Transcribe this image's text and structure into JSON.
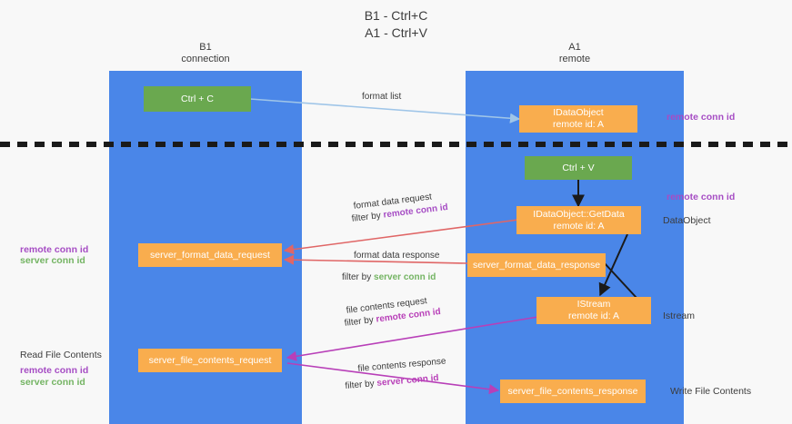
{
  "title": {
    "line1": "B1 - Ctrl+C",
    "line2": "A1 - Ctrl+V"
  },
  "lanes": [
    {
      "id": "b1",
      "name": "B1",
      "role": "connection",
      "color": "#4a86e8"
    },
    {
      "id": "a1",
      "name": "A1",
      "role": "remote",
      "color": "#4a86e8"
    }
  ],
  "nodes": [
    {
      "id": "ctrl-c",
      "label1": "Ctrl + C",
      "label2": "",
      "color": "#6aa84f"
    },
    {
      "id": "idataobject-remote",
      "label1": "IDataObject",
      "label2": "remote id: A",
      "color": "#f9ad4e"
    },
    {
      "id": "ctrl-v",
      "label1": "Ctrl + V",
      "label2": "",
      "color": "#6aa84f"
    },
    {
      "id": "idataobject-getdata",
      "label1": "IDataObject::GetData",
      "label2": "remote id: A",
      "color": "#f9ad4e"
    },
    {
      "id": "server-format-data-request",
      "label1": "server_format_data_request",
      "label2": "",
      "color": "#f9ad4e"
    },
    {
      "id": "server-format-data-response",
      "label1": "server_format_data_response",
      "label2": "",
      "color": "#f9ad4e"
    },
    {
      "id": "istream",
      "label1": "IStream",
      "label2": "remote id: A",
      "color": "#f9ad4e"
    },
    {
      "id": "server-file-contents-request",
      "label1": "server_file_contents_request",
      "label2": "",
      "color": "#f9ad4e"
    },
    {
      "id": "server-file-contents-response",
      "label1": "server_file_contents_response",
      "label2": "",
      "color": "#f9ad4e"
    }
  ],
  "edge_labels": {
    "format_list": "format list",
    "format_data_request": "format data request",
    "format_data_request_filter_prefix": "filter by ",
    "format_data_request_filter_key": "remote conn id",
    "format_data_response": "format data response",
    "format_data_response_filter_prefix": "filter by ",
    "format_data_response_filter_key": "server conn id",
    "file_contents_request": "file contents request",
    "file_contents_request_filter_prefix": "filter by ",
    "file_contents_request_filter_key": "remote conn id",
    "file_contents_response": "file contents response",
    "file_contents_response_filter_prefix": "filter by ",
    "file_contents_response_filter_key": "server conn id"
  },
  "annotations": {
    "right_remote_conn_id_top": "remote conn id",
    "right_remote_conn_id_mid": "remote conn id",
    "right_dataobject": "DataObject",
    "right_istream": "Istream",
    "right_write_file_contents": "Write File Contents",
    "left_remote_conn_id_1": "remote conn id",
    "left_server_conn_id_1": "server conn id",
    "left_read_file_contents": "Read File Contents",
    "left_remote_conn_id_2": "remote conn id",
    "left_server_conn_id_2": "server conn id"
  },
  "colors": {
    "lane": "#4a86e8",
    "green_node": "#6aa84f",
    "orange_node": "#f9ad4e",
    "purple_key": "#a64dc4",
    "green_key": "#74b463",
    "magenta_key": "#b83fb8",
    "arrow_light_blue": "#9fc5e8",
    "arrow_red": "#e06666",
    "arrow_black": "#1a1a1a",
    "arrow_magenta": "#b83fb8",
    "background": "#f8f8f8",
    "text": "#3c3c3c"
  }
}
